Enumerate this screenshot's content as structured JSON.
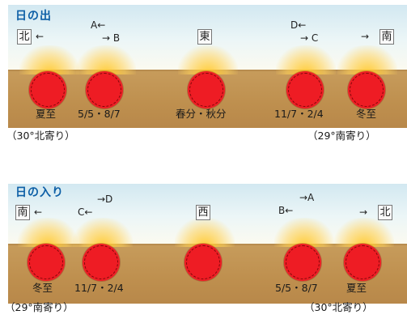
{
  "sunrise": {
    "title": "日の出",
    "dirs": {
      "left": "北",
      "center": "東",
      "right": "南"
    },
    "arrows": {
      "left": "←",
      "right": "→",
      "a": "A←",
      "b": "→ B",
      "d": "D←",
      "c": "→ C"
    },
    "labels": {
      "s1": "夏至",
      "s2": "5/5・8/7",
      "s3": "春分・秋分",
      "s4": "11/7・2/4",
      "s5": "冬至"
    },
    "notes": {
      "left": "（30°北寄り）",
      "right": "（29°南寄り）"
    }
  },
  "sunset": {
    "title": "日の入り",
    "dirs": {
      "left": "南",
      "center": "西",
      "right": "北"
    },
    "arrows": {
      "left": "←",
      "right": "→",
      "d": "→D",
      "c": "C←",
      "a": "→A",
      "b": "B←"
    },
    "labels": {
      "s1": "冬至",
      "s2": "11/7・2/4",
      "s4": "5/5・8/7",
      "s5": "夏至"
    },
    "notes": {
      "left": "（29°南寄り）",
      "right": "（30°北寄り）"
    }
  },
  "colors": {
    "sun": "#ee1c24",
    "ground": "#c79c5c",
    "title": "#0d5fa6"
  }
}
